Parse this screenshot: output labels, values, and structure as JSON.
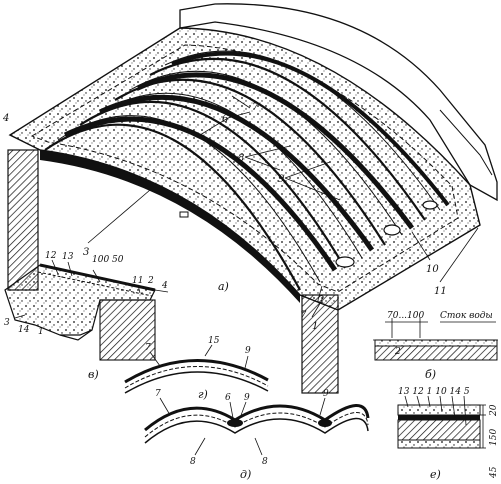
{
  "labels": {
    "main": [
      {
        "id": "n1",
        "text": "1"
      },
      {
        "id": "n2",
        "text": "2"
      },
      {
        "id": "n3",
        "text": "3"
      },
      {
        "id": "n4",
        "text": "4"
      },
      {
        "id": "n6",
        "text": "6"
      },
      {
        "id": "n7a",
        "text": "7"
      },
      {
        "id": "n7b",
        "text": "7"
      },
      {
        "id": "n8",
        "text": "8"
      },
      {
        "id": "n9",
        "text": "9"
      },
      {
        "id": "n10",
        "text": "10"
      },
      {
        "id": "n11",
        "text": "11"
      }
    ],
    "detail_v": [
      {
        "id": "v12",
        "text": "12"
      },
      {
        "id": "v13",
        "text": "13"
      },
      {
        "id": "v100",
        "text": "100"
      },
      {
        "id": "v50",
        "text": "50"
      },
      {
        "id": "v11",
        "text": "11"
      },
      {
        "id": "v2",
        "text": "2"
      },
      {
        "id": "v4",
        "text": "4"
      },
      {
        "id": "v3",
        "text": "3"
      },
      {
        "id": "v14",
        "text": "14"
      },
      {
        "id": "v1",
        "text": "1"
      }
    ],
    "detail_g": [
      {
        "id": "g7",
        "text": "7"
      },
      {
        "id": "g15",
        "text": "15"
      },
      {
        "id": "g9",
        "text": "9"
      }
    ],
    "detail_d": [
      {
        "id": "d7",
        "text": "7"
      },
      {
        "id": "d9a",
        "text": "9"
      },
      {
        "id": "d6",
        "text": "6"
      },
      {
        "id": "d9b",
        "text": "9"
      },
      {
        "id": "d8a",
        "text": "8"
      },
      {
        "id": "d8b",
        "text": "8"
      }
    ],
    "detail_b": [
      {
        "id": "b70",
        "text": "70...100"
      },
      {
        "id": "bstok",
        "text": "Сток воды"
      },
      {
        "id": "b2",
        "text": "2"
      }
    ],
    "detail_e": [
      {
        "id": "e_nums",
        "text": "13 12 1 10 14 5"
      },
      {
        "id": "e20",
        "text": "20"
      },
      {
        "id": "e150",
        "text": "150"
      },
      {
        "id": "e45",
        "text": "45"
      }
    ]
  },
  "subfig_labels": {
    "a": "а)",
    "b": "б)",
    "v": "в)",
    "g": "г)",
    "d": "д)",
    "e": "е)"
  },
  "colors": {
    "ink": "#111111",
    "paper": "#ffffff"
  }
}
